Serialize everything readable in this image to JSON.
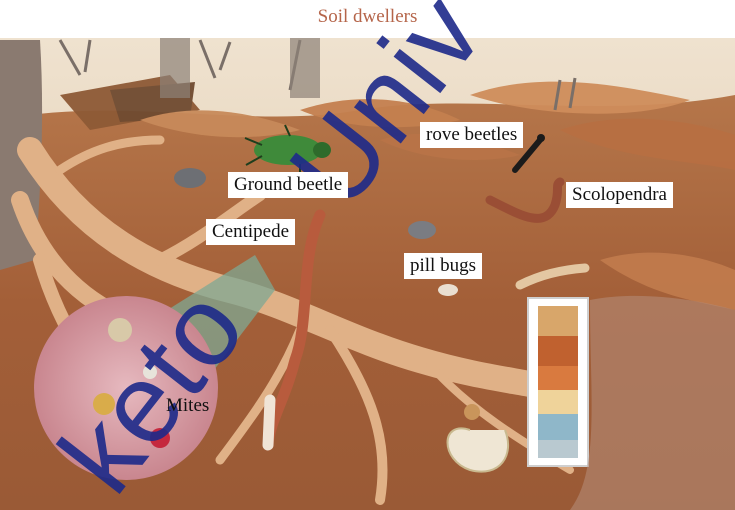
{
  "title": "Soil dwellers",
  "labels": {
    "ground_beetle": "Ground beetle",
    "rove_beetles": "rove beetles",
    "scolopendra": "Scolopendra",
    "centipede": "Centipede",
    "pill_bugs": "pill bugs",
    "mites": "Mites"
  },
  "colors": {
    "title": "#b5654a",
    "soil": "#a8643a",
    "root": "#e3b58a",
    "magnifier": "#d7a0a8",
    "watermark": "#1d2a8a"
  }
}
